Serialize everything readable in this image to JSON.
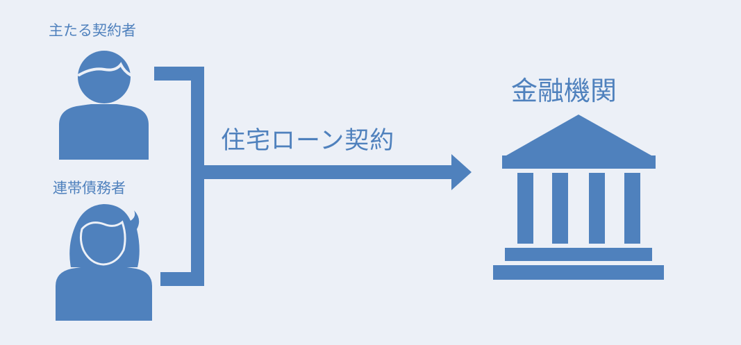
{
  "diagram": {
    "primary_contractor_label": "主たる契約者",
    "joint_guarantor_label": "連帯債務者",
    "contract_label": "住宅ローン契約",
    "bank_label": "金融機関",
    "colors": {
      "background": "#ecf0f7",
      "accent": "#4f81bd"
    },
    "icons": {
      "primary_contractor": "man-person-icon",
      "joint_guarantor": "woman-person-icon",
      "bank": "bank-building-icon"
    }
  }
}
